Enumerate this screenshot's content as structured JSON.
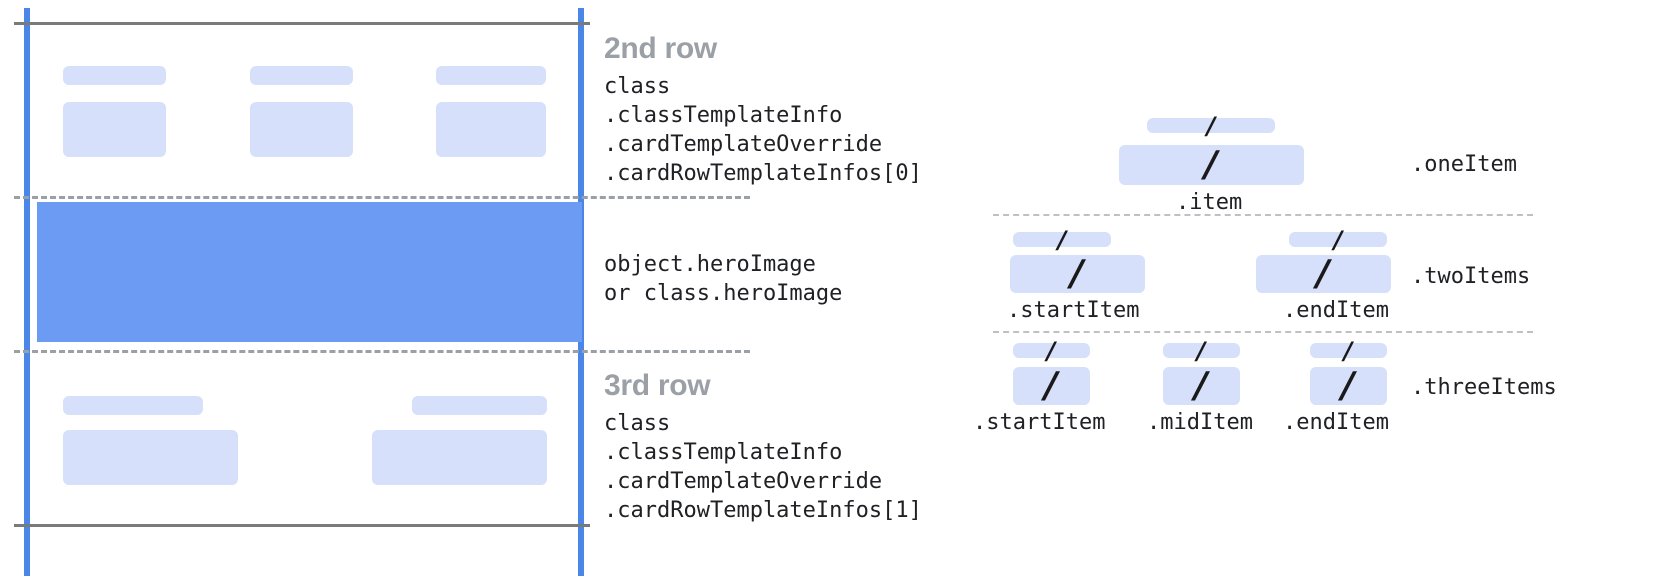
{
  "left_panel": {
    "rows": [
      {
        "title": "2nd row",
        "code": "class\n.classTemplateInfo\n.cardTemplateOverride\n.cardRowTemplateInfos[0]"
      },
      {
        "title": "",
        "code": "object.heroImage\nor class.heroImage"
      },
      {
        "title": "3rd row",
        "code": "class\n.classTemplateInfo\n.cardTemplateOverride\n.cardRowTemplateInfos[1]"
      }
    ]
  },
  "right_panel": {
    "groups": [
      {
        "name": ".oneItem",
        "items": [
          ".item"
        ]
      },
      {
        "name": ".twoItems",
        "items": [
          ".startItem",
          ".endItem"
        ]
      },
      {
        "name": ".threeItems",
        "items": [
          ".startItem",
          ".midItem",
          ".endItem"
        ]
      }
    ],
    "slash_glyph": "/"
  },
  "colors": {
    "hero_blue": "#6b9bf2",
    "chip_blue": "#d7e0fa",
    "guide_blue": "#4a86e8",
    "rule_gray": "#7a7a7a",
    "dash_gray": "#9aa0a6",
    "title_gray": "#9aa0a6",
    "text_dark": "#202124"
  }
}
